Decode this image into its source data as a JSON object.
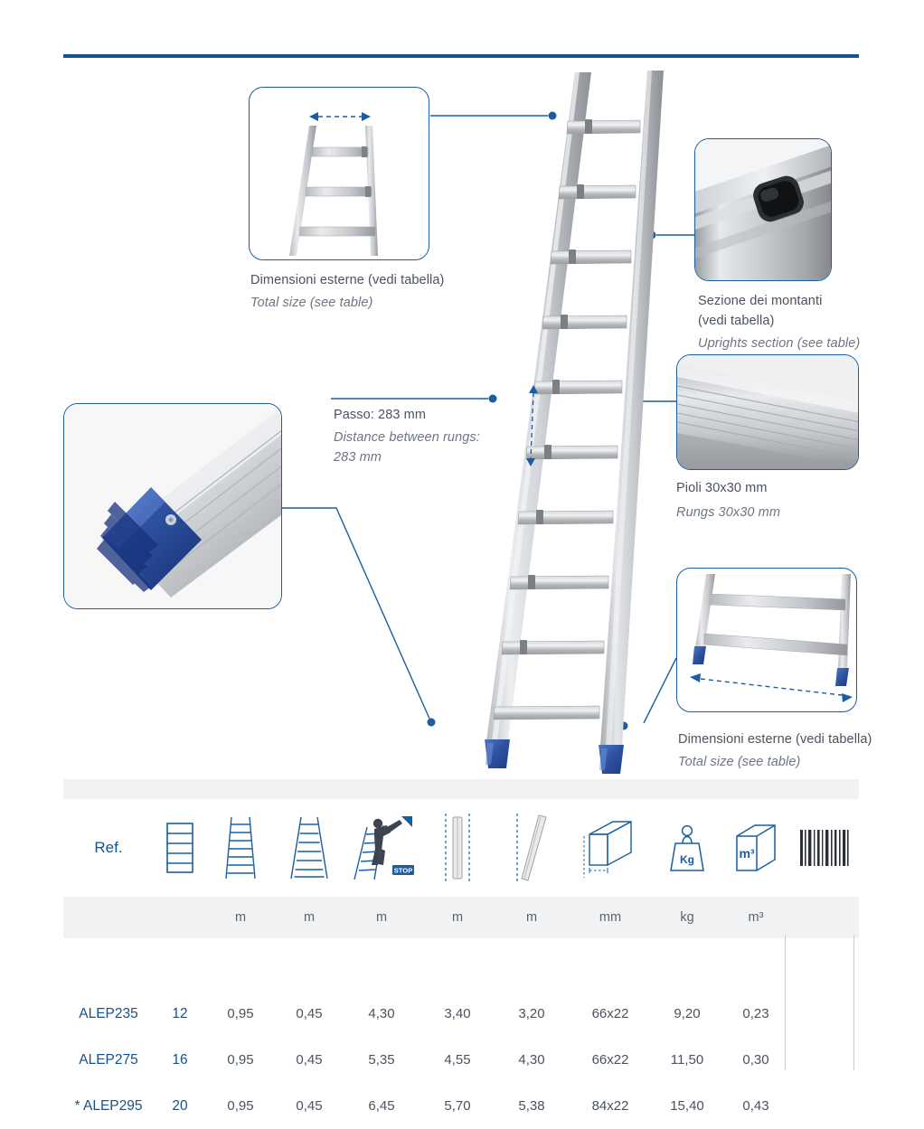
{
  "page": {
    "accent_color": "#14538f",
    "text_color": "#4a5260",
    "muted_color": "#6d7582",
    "band_color": "#f1f2f4"
  },
  "callouts": {
    "top_left": {
      "name": "total-size-top",
      "it": "Dimensioni esterne (vedi tabella)",
      "en": "Total size (see table)"
    },
    "right_upper": {
      "name": "uprights-section",
      "it_line1": "Sezione dei montanti",
      "it_line2": "(vedi tabella)",
      "en": "Uprights section (see table)"
    },
    "right_lower": {
      "name": "rungs-size",
      "it": "Pioli 30x30 mm",
      "en": "Rungs 30x30 mm"
    },
    "center": {
      "name": "rung-distance",
      "it": "Passo: 283 mm",
      "en_line1": "Distance between rungs:",
      "en_line2": "283 mm"
    },
    "bottom_right": {
      "name": "total-size-bottom",
      "it": "Dimensioni esterne (vedi tabella)",
      "en": "Total size (see table)"
    }
  },
  "table": {
    "ref_header": "Ref.",
    "columns": [
      {
        "key": "ref",
        "icon": "ladder-front-icon",
        "unit": ""
      },
      {
        "key": "rungs",
        "icon": "ladder-rungs-icon",
        "unit": ""
      },
      {
        "key": "width",
        "icon": "ladder-width-icon",
        "unit": "m"
      },
      {
        "key": "depth",
        "icon": "ladder-depth-icon",
        "unit": "m"
      },
      {
        "key": "maxh",
        "icon": "person-stop-icon",
        "unit": "m"
      },
      {
        "key": "lenA",
        "icon": "vertical-length-icon",
        "unit": "m"
      },
      {
        "key": "lenB",
        "icon": "leaning-length-icon",
        "unit": "m"
      },
      {
        "key": "section",
        "icon": "profile-section-icon",
        "unit": "mm"
      },
      {
        "key": "weight",
        "icon": "weight-kg-icon",
        "unit": "kg"
      },
      {
        "key": "volume",
        "icon": "volume-m3-icon",
        "unit": "m³"
      },
      {
        "key": "barcode",
        "icon": "barcode-icon",
        "unit": ""
      }
    ],
    "rows": [
      {
        "ref": "ALEP235",
        "star": "",
        "rungs": "12",
        "width": "0,95",
        "depth": "0,45",
        "maxh": "4,30",
        "lenA": "3,40",
        "lenB": "3,20",
        "section": "66x22",
        "weight": "9,20",
        "volume": "0,23"
      },
      {
        "ref": "ALEP275",
        "star": "",
        "rungs": "16",
        "width": "0,95",
        "depth": "0,45",
        "maxh": "5,35",
        "lenA": "4,55",
        "lenB": "4,30",
        "section": "66x22",
        "weight": "11,50",
        "volume": "0,30"
      },
      {
        "ref": "ALEP295",
        "star": "*",
        "rungs": "20",
        "width": "0,95",
        "depth": "0,45",
        "maxh": "6,45",
        "lenA": "5,70",
        "lenB": "5,38",
        "section": "84x22",
        "weight": "15,40",
        "volume": "0,43"
      }
    ],
    "icon_labels": {
      "stop": "STOP",
      "kg": "Kg",
      "m3": "m³"
    }
  }
}
